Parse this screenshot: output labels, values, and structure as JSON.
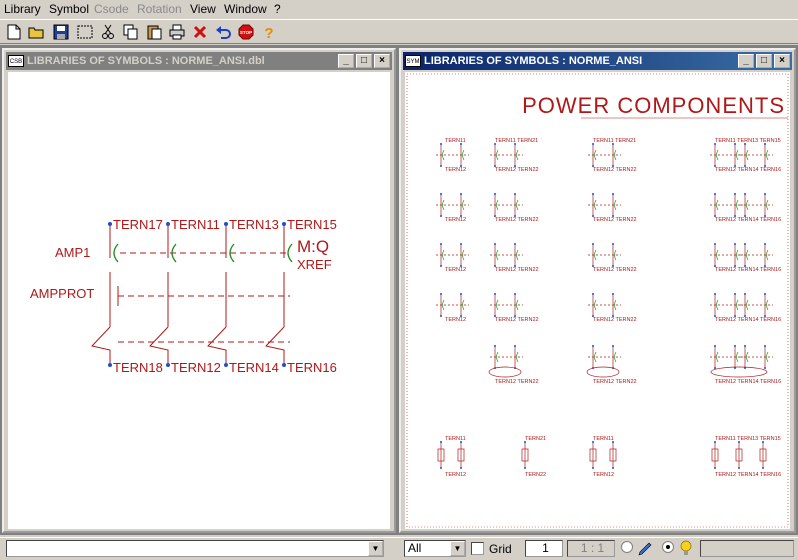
{
  "menu": {
    "items": [
      {
        "label": "Library",
        "disabled": false
      },
      {
        "label": "Symbol",
        "disabled": false
      },
      {
        "label": "Csode",
        "disabled": true
      },
      {
        "label": "Rotation",
        "disabled": true
      },
      {
        "label": "View",
        "disabled": false
      },
      {
        "label": "Window",
        "disabled": false
      },
      {
        "label": "?",
        "disabled": false
      }
    ]
  },
  "toolbar": {
    "buttons": [
      "new-icon",
      "open-icon",
      "save-icon",
      "select-icon",
      "cut-icon",
      "copy-icon",
      "paste-icon",
      "print-icon",
      "delete-icon",
      "undo-icon",
      "stop-icon",
      "help-icon"
    ]
  },
  "left_window": {
    "icon": "CSB",
    "title": "LIBRARIES OF SYMBOLS : NORME_ANSI.dbl",
    "labels": {
      "top_terms": [
        "TERN17",
        "TERN11",
        "TERN13",
        "TERN15"
      ],
      "bottom_terms": [
        "TERN18",
        "TERN12",
        "TERN14",
        "TERN16"
      ],
      "amp": "AMP1",
      "ampprot": "AMPPROT",
      "mq": "M:Q",
      "xref": "XREF"
    }
  },
  "right_window": {
    "icon": "SYM",
    "title": "LIBRARIES OF SYMBOLS : NORME_ANSI",
    "heading": "POWER COMPONENTS"
  },
  "status": {
    "filter": "All",
    "grid_label": "Grid",
    "grid_value": "1",
    "ratio": "1 : 1"
  },
  "colors": {
    "symbol": "#b01818",
    "accent": "#1a8a1a",
    "terminal": "#1e4fd0"
  }
}
